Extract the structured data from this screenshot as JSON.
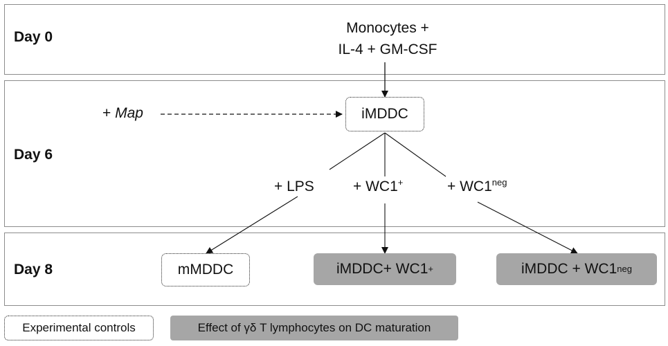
{
  "days": {
    "day0": "Day 0",
    "day6": "Day 6",
    "day8": "Day 8"
  },
  "start": {
    "line1": "Monocytes +",
    "line2": "IL-4 + GM-CSF"
  },
  "imddc": "iMDDC",
  "map": {
    "prefix": "+ ",
    "name": "Map"
  },
  "treatments": {
    "lps": "+ LPS",
    "wc1pos_base": "+ WC1",
    "wc1pos_sup": "+",
    "wc1neg_base": "+ WC1",
    "wc1neg_sup": "neg"
  },
  "outcomes": {
    "mmddc": "mMDDC",
    "pos_base": "iMDDC+ WC1",
    "pos_sup": "+",
    "neg_base": "iMDDC + WC1",
    "neg_sup": "neg"
  },
  "legend": {
    "controls": "Experimental controls",
    "effect": "Effect of γδ T lymphocytes on DC maturation"
  },
  "colors": {
    "gray_box": "#a6a6a6",
    "panel_border": "#8c8c8c"
  }
}
